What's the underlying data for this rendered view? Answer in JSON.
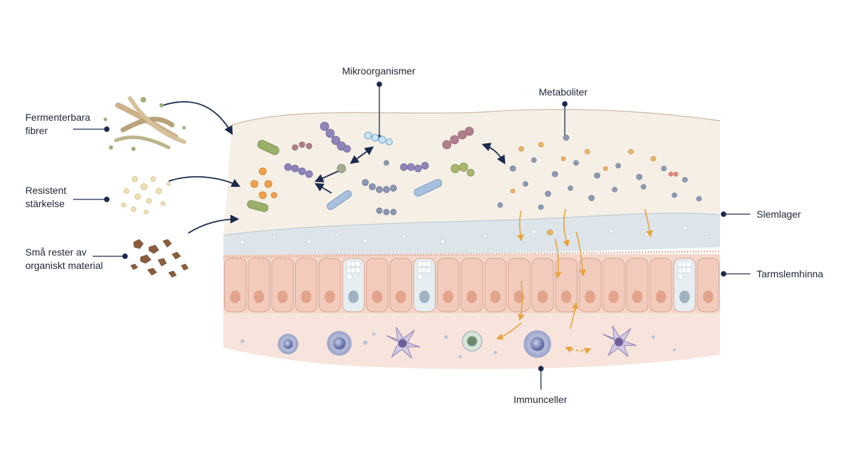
{
  "labels": {
    "fibers_line1": "Fermenterbara",
    "fibers_line2": "fibrer",
    "starch_line1": "Resistent",
    "starch_line2": "stärkelse",
    "residue_line1": "Små rester av",
    "residue_line2": "organiskt material",
    "microorganisms": "Mikroorganismer",
    "metabolites": "Metaboliter",
    "mucus_layer": "Slemlager",
    "intestinal_mucosa": "Tarmslemhinna",
    "immune_cells": "Immunceller"
  },
  "colors": {
    "leader_line": "#1c2a4d",
    "metabolite_arrow": "#e8a23c",
    "mucus": "#d9e2e6",
    "epithelium": "#f2cbbc",
    "nucleus": "#e3a48c",
    "goblet": "#e6eef1",
    "lumen": "#f4ede2",
    "submucosa": "#f6e1d8"
  },
  "icons": [
    "fiber-bundle-icon",
    "starch-granules-icon",
    "organic-residue-icon",
    "bacteria-icon",
    "metabolite-dot-icon",
    "immune-cell-icon",
    "goblet-cell-icon"
  ]
}
